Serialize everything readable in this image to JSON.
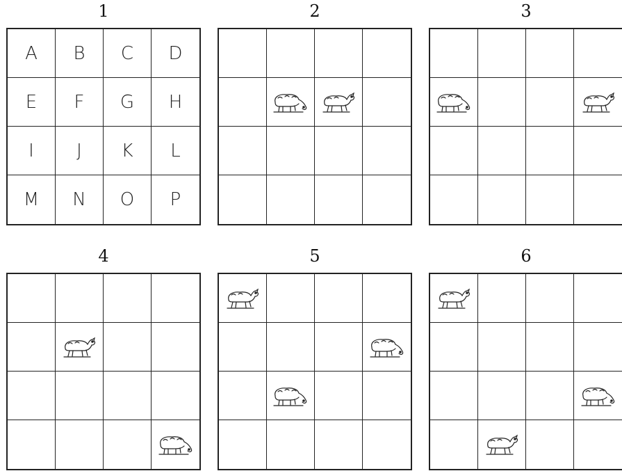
{
  "panels": [
    {
      "title": "1",
      "letters": [
        "A",
        "B",
        "C",
        "D",
        "E",
        "F",
        "G",
        "H",
        "I",
        "J",
        "K",
        "L",
        "M",
        "N",
        "O",
        "P"
      ],
      "sheep": []
    },
    {
      "title": "2",
      "letters": [],
      "sheep": [
        {
          "cell": "F",
          "pose": "grazing"
        },
        {
          "cell": "G",
          "pose": "standing"
        }
      ]
    },
    {
      "title": "3",
      "letters": [],
      "sheep": [
        {
          "cell": "E",
          "pose": "grazing"
        },
        {
          "cell": "H",
          "pose": "standing"
        }
      ]
    },
    {
      "title": "4",
      "letters": [],
      "sheep": [
        {
          "cell": "F",
          "pose": "standing"
        },
        {
          "cell": "P",
          "pose": "grazing"
        }
      ]
    },
    {
      "title": "5",
      "letters": [],
      "sheep": [
        {
          "cell": "A",
          "pose": "standing"
        },
        {
          "cell": "H",
          "pose": "grazing"
        },
        {
          "cell": "J",
          "pose": "grazing"
        }
      ]
    },
    {
      "title": "6",
      "letters": [],
      "sheep": [
        {
          "cell": "A",
          "pose": "standing"
        },
        {
          "cell": "L",
          "pose": "grazing"
        },
        {
          "cell": "N",
          "pose": "standing"
        }
      ]
    }
  ],
  "icons": {
    "sheep": "sheep-icon"
  },
  "colors": {
    "ink": "#222222",
    "background": "#ffffff"
  }
}
